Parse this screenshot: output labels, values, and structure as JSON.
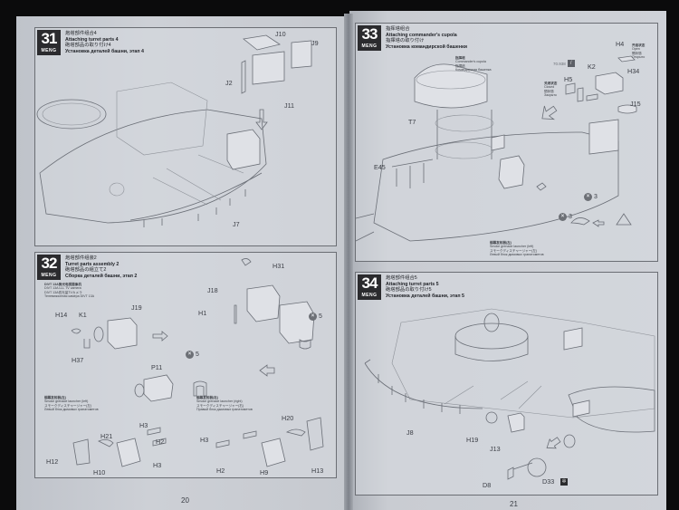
{
  "brand": "MENG",
  "pages": {
    "left": {
      "page_number": "20"
    },
    "right": {
      "page_number": "21"
    }
  },
  "steps": {
    "s31": {
      "number": "31",
      "title_cn": "炮塔部件组合4",
      "title_en": "Attaching turret parts 4",
      "title_jp": "砲塔部品の取り付け4",
      "title_ru": "Установка деталей башни, этап 4",
      "parts": [
        "J10",
        "J9",
        "J2",
        "J11",
        "J7"
      ]
    },
    "s32": {
      "number": "32",
      "title_cn": "炮塔部件组装2",
      "title_en": "Turret parts assembly 2",
      "title_jp": "砲塔部品の組立て2",
      "title_ru": "Сборка деталей башни, этап 2",
      "camera_note": {
        "cn": "DIVT 13A微光电视摄像机",
        "en": "DIVT 13A LLL TV camera",
        "jp": "DIVT 13A低光量TVカメラ",
        "ru": "Телевизионная камера DIVT 13A"
      },
      "parts": [
        "H31",
        "J18",
        "H1",
        "J19",
        "H14",
        "K1",
        "H37",
        "P11"
      ],
      "qty_a": "5",
      "qty_b": "5",
      "left_launcher": {
        "cn": "烟幕发射器(左)",
        "en": "Smoke grenade launcher (left)",
        "jp": "スモークディスチャージャー(左)",
        "ru": "Левый блок дымовых гранатометов",
        "parts": [
          "H21",
          "H3",
          "H2",
          "H12",
          "H3",
          "H10"
        ]
      },
      "right_launcher": {
        "cn": "烟幕发射器(右)",
        "en": "Smoke grenade launcher (right)",
        "jp": "スモークディスチャージャー(右)",
        "ru": "Правый блок дымовых гранатометов",
        "parts": [
          "H20",
          "H3",
          "H2",
          "H9",
          "H13"
        ]
      }
    },
    "s33": {
      "number": "33",
      "title_cn": "指挥塔组合",
      "title_en": "Attaching commander's cupola",
      "title_jp": "指揮塔の取り付け",
      "title_ru": "Установка командирской башенки",
      "cupola_note": {
        "cn": "指挥塔",
        "en": "Commander's cupola",
        "jp": "指揮塔",
        "ru": "Командирская башенка"
      },
      "open_note": {
        "cn": "开启状态",
        "en": "Open",
        "jp": "開状態",
        "ru": "Открыто"
      },
      "closed_note": {
        "cn": "关闭状态",
        "en": "Closed",
        "jp": "閉状態",
        "ru": "Закрыто"
      },
      "paint_code": "70.938",
      "parts": [
        "H4",
        "K2",
        "H34",
        "H5",
        "J15",
        "T7",
        "E45"
      ],
      "qty_a": "3",
      "qty_b": "3",
      "launcher_note": {
        "cn": "烟幕发射器(左)",
        "en": "Smoke grenade launcher (left)",
        "jp": "スモークディスチャージャー(左)",
        "ru": "Левый блок дымовых гранатометов"
      }
    },
    "s34": {
      "number": "34",
      "title_cn": "炮塔部件组合5",
      "title_en": "Attaching turret parts 5",
      "title_jp": "砲塔部品の取り付け5",
      "title_ru": "Установка деталей башни, этап 5",
      "parts": [
        "J8",
        "H19",
        "J13",
        "D8",
        "D33"
      ]
    }
  }
}
